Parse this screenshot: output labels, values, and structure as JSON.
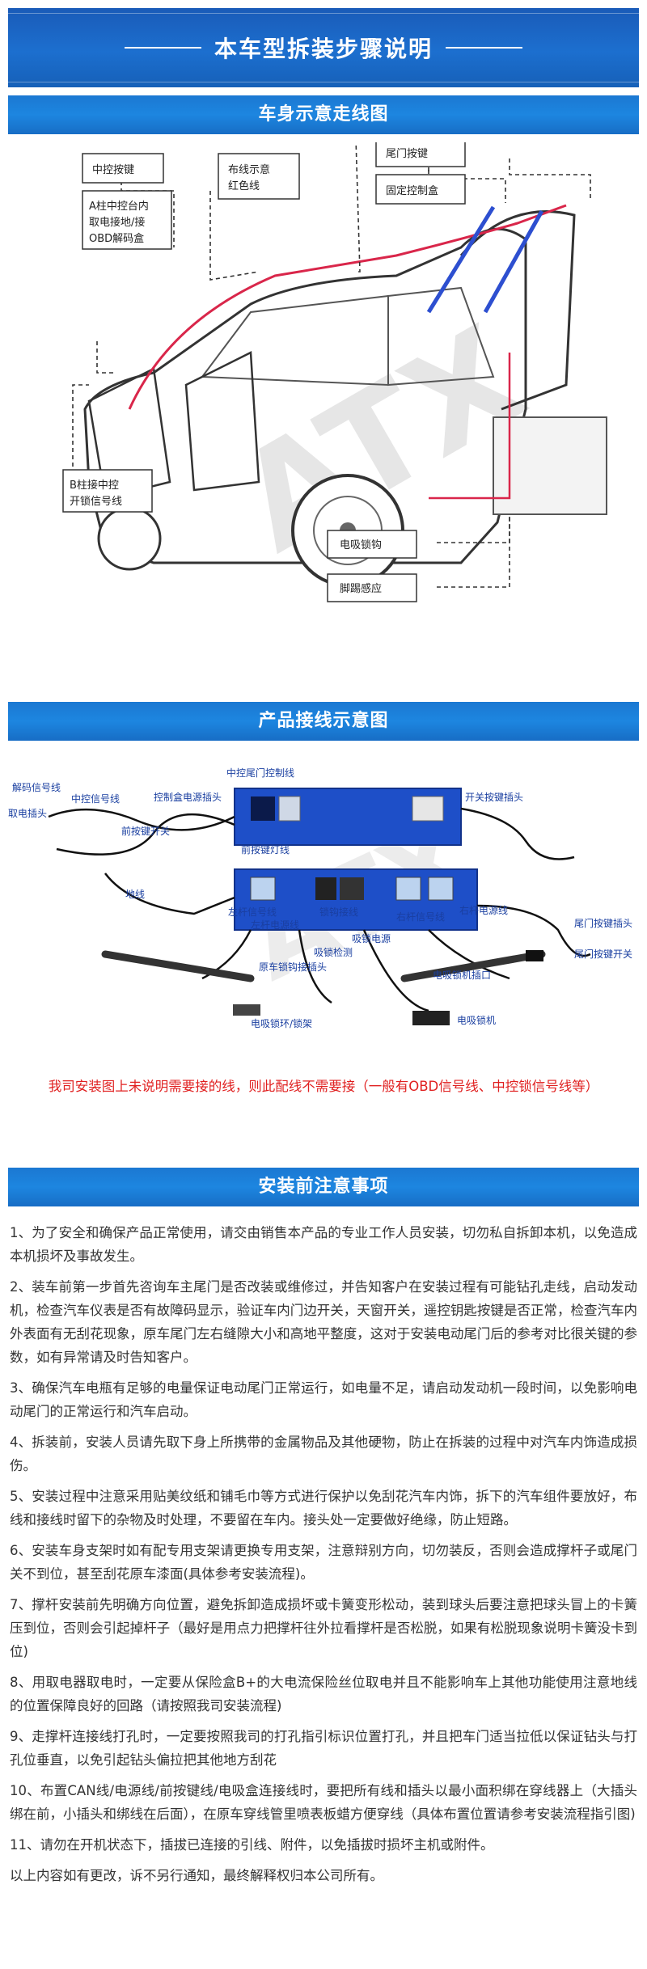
{
  "header": {
    "title": "本车型拆装步骤说明"
  },
  "sections": {
    "car_diagram": "车身示意走线图",
    "wiring_diagram": "产品接线示意图",
    "precautions": "安装前注意事项"
  },
  "car_labels": {
    "tailgate_button": "尾门按键",
    "fixed_control_box": "固定控制盒",
    "central_button": "中控按键",
    "wiring_red": [
      "布线示意",
      "红色线"
    ],
    "a_pillar": [
      "A柱中控台内",
      "取电接地/接",
      "OBD解码盒"
    ],
    "b_pillar": [
      "B柱接中控",
      "开锁信号线"
    ],
    "electric_lock": "电吸锁钩",
    "kick_sensor": "脚踢感应"
  },
  "wiring_labels": {
    "center_tail_control": "中控尾门控制线",
    "decode_signal": "解码信号线",
    "center_signal": "中控信号线",
    "control_power_plug": "控制盒电源插头",
    "switch_plug": "开关按键插头",
    "power_plug": "取电插头",
    "front_switch": "前按键开关",
    "front_light": "前按键灯线",
    "ground": "地线",
    "left_signal": "左杆信号线",
    "left_power": "左杆电源线",
    "lock_plug": "锁钩接线",
    "right_signal": "右杆信号线",
    "right_power": "右杆电源线",
    "lock_power": "吸锁电源",
    "lock_detect": "吸锁检测",
    "orig_lock_plug": "原车锁钩接插头",
    "lock_machine_plug": "电吸锁机插口",
    "tail_button_plug": "尾门按键插头",
    "tail_button_switch": "尾门按键开关",
    "lock_ring": "电吸锁环/锁架",
    "lock_machine": "电吸锁机"
  },
  "red_note": "我司安装图上未说明需要接的线，则此配线不需要接（一般有OBD信号线、中控锁信号线等）",
  "precautions": [
    "1、为了安全和确保产品正常使用，请交由销售本产品的专业工作人员安装，切勿私自拆卸本机，以免造成本机损坏及事故发生。",
    "2、装车前第一步首先咨询车主尾门是否改装或维修过，并告知客户在安装过程有可能钻孔走线，启动发动机，检查汽车仪表是否有故障码显示，验证车内门边开关，天窗开关，遥控钥匙按键是否正常，检查汽车内外表面有无刮花现象，原车尾门左右缝隙大小和高地平整度，这对于安装电动尾门后的参考对比很关键的参数，如有异常请及时告知客户。",
    "3、确保汽车电瓶有足够的电量保证电动尾门正常运行，如电量不足，请启动发动机一段时间，以免影响电动尾门的正常运行和汽车启动。",
    "4、拆装前，安装人员请先取下身上所携带的金属物品及其他硬物，防止在拆装的过程中对汽车内饰造成损伤。",
    "5、安装过程中注意采用贴美纹纸和铺毛巾等方式进行保护以免刮花汽车内饰，拆下的汽车组件要放好，布线和接线时留下的杂物及时处理，不要留在车内。接头处一定要做好绝缘，防止短路。",
    "6、安装车身支架时如有配专用支架请更换专用支架，注意辩别方向，切勿装反，否则会造成撑杆子或尾门关不到位，甚至刮花原车漆面(具体参考安装流程)。",
    "7、撑杆安装前先明确方向位置，避免拆卸造成损坏或卡簧变形松动，装到球头后要注意把球头冒上的卡簧压到位，否则会引起掉杆子（最好是用点力把撑杆往外拉看撑杆是否松脱，如果有松脱现象说明卡簧没卡到位)",
    "8、用取电器取电时，一定要从保险盒B+的大电流保险丝位取电并且不能影响车上其他功能使用注意地线的位置保障良好的回路（请按照我司安装流程)",
    "9、走撑杆连接线打孔时，一定要按照我司的打孔指引标识位置打孔，并且把车门适当拉低以保证钻头与打孔位垂直，以免引起钻头偏拉把其他地方刮花",
    "10、布置CAN线/电源线/前按键线/电吸盒连接线时，要把所有线和插头以最小面积绑在穿线器上（大插头绑在前，小插头和绑线在后面），在原车穿线管里喷表板蜡方便穿线（具体布置位置请参考安装流程指引图)",
    "11、请勿在开机状态下，插拔已连接的引线、附件，以免插拔时损坏主机或附件。",
    "以上内容如有更改，诉不另行通知，最终解释权归本公司所有。"
  ]
}
